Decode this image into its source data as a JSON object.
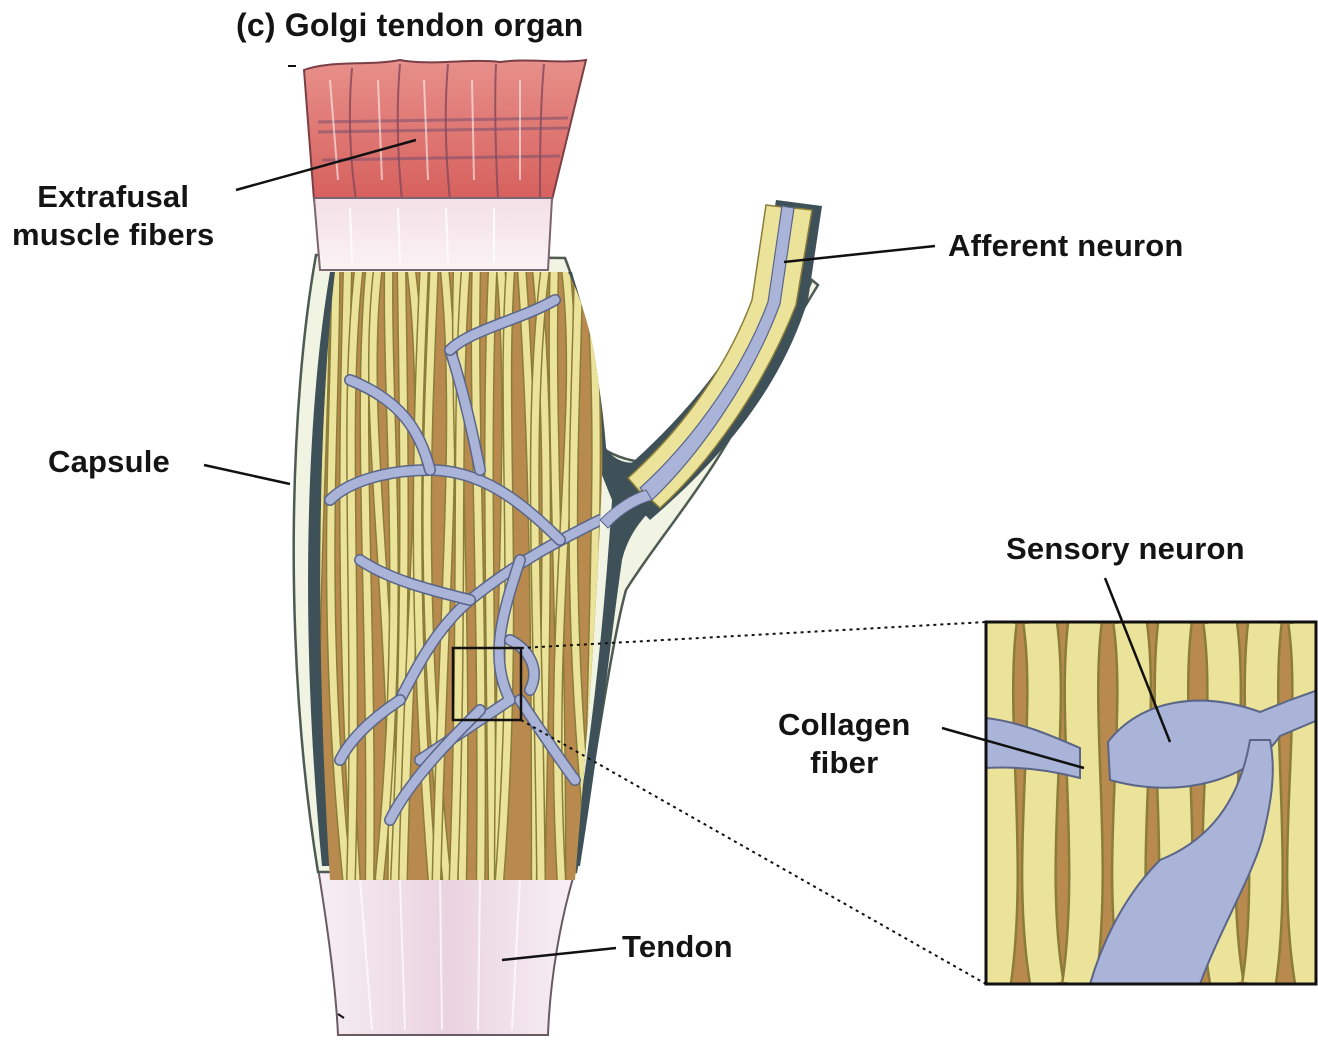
{
  "title": "(c)  Golgi tendon organ",
  "labels": {
    "extrafusal": [
      "Extrafusal",
      "muscle fibers"
    ],
    "afferent": "Afferent neuron",
    "capsule": "Capsule",
    "sensory": "Sensory neuron",
    "collagen": [
      "Collagen",
      "fiber"
    ],
    "tendon": "Tendon"
  },
  "colors": {
    "muscle": "#d9736f",
    "muscle_stripe": "#8a4a5c",
    "collagen": "#ece39a",
    "collagen_outline": "#8a7d3a",
    "neuron": "#aab4d8",
    "capsule_dark": "#3f5158",
    "capsule_wall": "#f1f3e3",
    "background_tissue": "#b98a4e",
    "tendon": "#f1e4ec"
  }
}
